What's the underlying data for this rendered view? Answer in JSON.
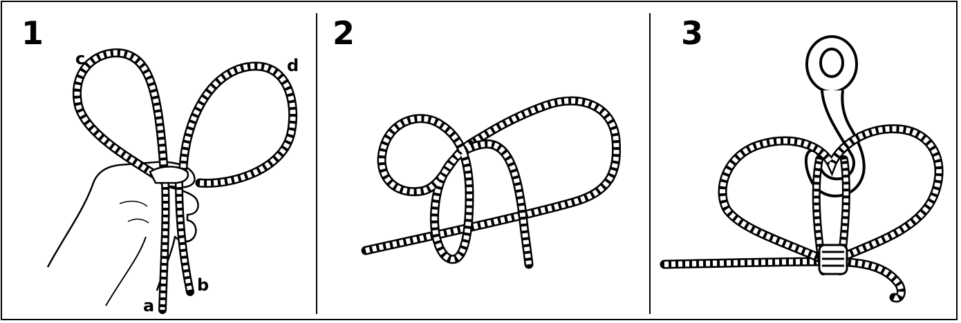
{
  "steps": [
    {
      "number": "1",
      "labels": {
        "a": "a",
        "b": "b",
        "c": "c",
        "d": "d"
      }
    },
    {
      "number": "2"
    },
    {
      "number": "3"
    }
  ],
  "colors": {
    "ink": "#000000",
    "paper": "#ffffff"
  }
}
